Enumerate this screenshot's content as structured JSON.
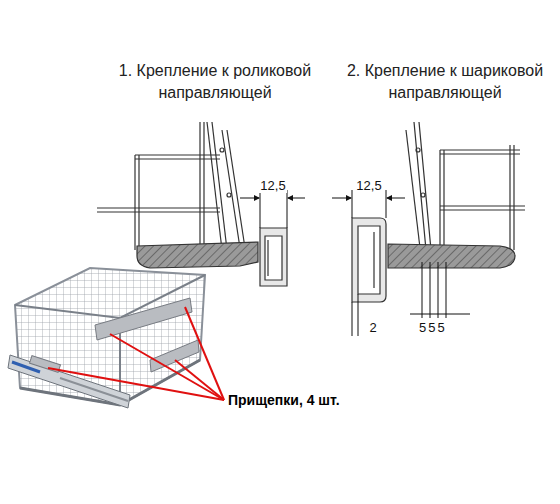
{
  "diagram": {
    "labels": [
      "1. Крепление к роликовой направляющей",
      "2. Крепление к шариковой направляющей",
      "12,5",
      "12,5",
      "2",
      "5",
      "5",
      "5",
      "Прищепки, 4 шт."
    ]
  }
}
